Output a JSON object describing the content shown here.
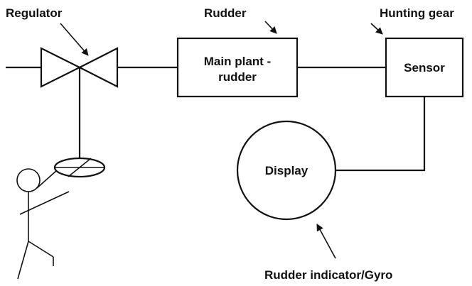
{
  "labels": {
    "regulator": "Regulator",
    "rudder": "Rudder",
    "hunting_gear": "Hunting gear",
    "main_plant_line1": "Main plant -",
    "main_plant_line2": "rudder",
    "sensor": "Sensor",
    "display": "Display",
    "rudder_indicator": "Rudder indicator/Gyro"
  }
}
